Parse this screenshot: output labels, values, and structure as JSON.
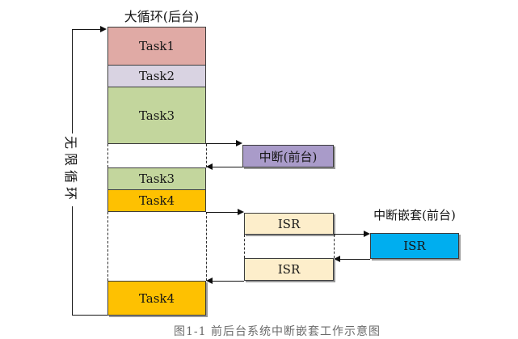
{
  "diagram": {
    "title": "大循环(后台)",
    "loop_label": "无限循环",
    "background_tasks": [
      {
        "label": "Task1",
        "color": "#e0aaa5"
      },
      {
        "label": "Task2",
        "color": "#d9d3e2"
      },
      {
        "label": "Task3",
        "color": "#c3d69d"
      },
      {
        "label": "Task3",
        "color": "#c3d69d"
      },
      {
        "label": "Task4",
        "color": "#fec101"
      },
      {
        "label": "Task4",
        "color": "#fec101"
      }
    ],
    "interrupt_box": {
      "label": "中断(前台)",
      "color": "#a99bc9"
    },
    "isr_boxes": [
      {
        "label": "ISR",
        "color": "#fdeecb"
      },
      {
        "label": "ISR",
        "color": "#fdeecb"
      }
    ],
    "nested": {
      "title": "中断嵌套(前台)",
      "isr_label": "ISR",
      "color": "#00aeef"
    },
    "caption_cut_off": "图1-1 前后台系统中断嵌套工作示意图",
    "line_color": "#151515",
    "border_color": "#3d3d3d"
  }
}
